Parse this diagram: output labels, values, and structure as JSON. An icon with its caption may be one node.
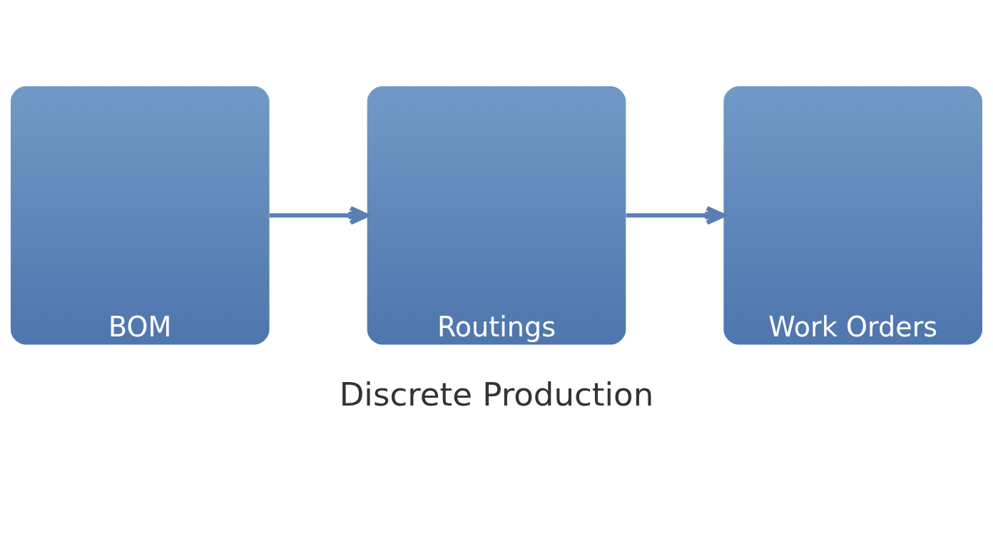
{
  "diagram": {
    "caption": "Discrete Production",
    "nodes": [
      {
        "text": [
          "BOM"
        ]
      },
      {
        "text": [
          "Routings"
        ]
      },
      {
        "text": [
          "Work Orders"
        ]
      }
    ],
    "edges": [
      {
        "from": 0,
        "to": 1,
        "arrow": "to"
      },
      {
        "from": 1,
        "to": 2,
        "arrow": "to"
      }
    ]
  }
}
